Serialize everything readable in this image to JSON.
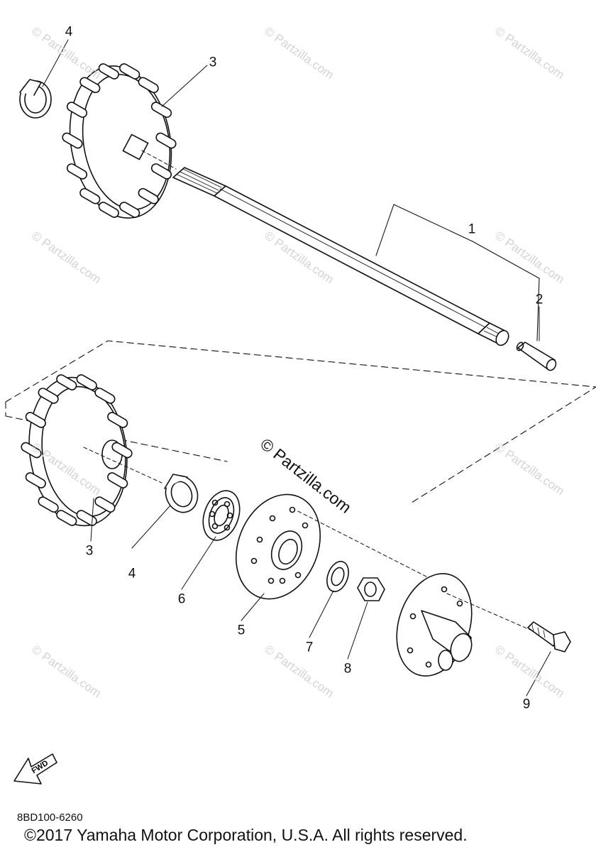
{
  "callouts": [
    "1",
    "2",
    "3",
    "3",
    "4",
    "4",
    "5",
    "6",
    "7",
    "8",
    "9"
  ],
  "watermark": "© Partzilla.com",
  "fwd_label": "FWD",
  "diagram_code": "8BD100-6260",
  "copyright": "©2017 Yamaha Motor Corporation, U.S.A. All rights reserved."
}
